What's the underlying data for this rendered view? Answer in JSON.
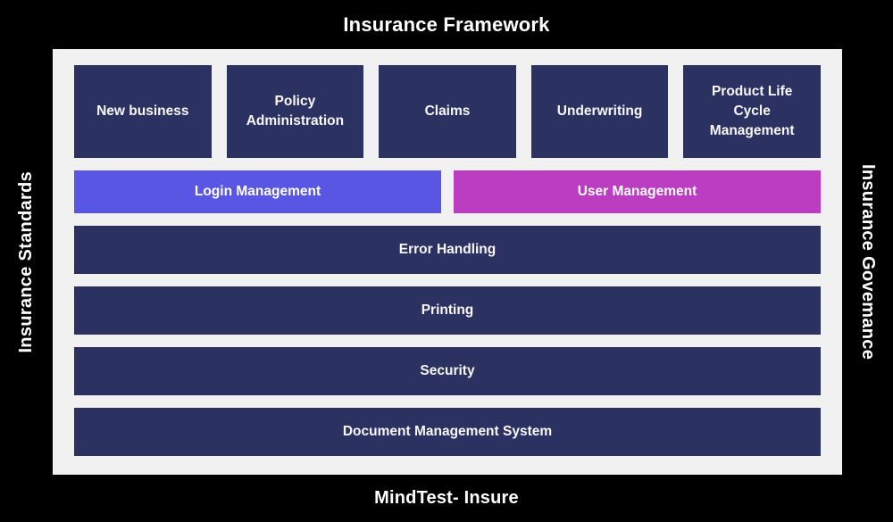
{
  "header": {
    "title": "Insurance Framework"
  },
  "footer": {
    "title": "MindTest- Insure"
  },
  "side_labels": {
    "left": "Insurance Standards",
    "right": "Insurance Govemance"
  },
  "colors": {
    "background": "#000000",
    "panel": "#f1f1f2",
    "module_navy": "#2b3161",
    "login_blue": "#5956e4",
    "user_magenta": "#ba3dc2",
    "text_light": "#ffffff"
  },
  "framework": {
    "core_modules": [
      {
        "label": "New business"
      },
      {
        "label": "Policy Administration"
      },
      {
        "label": "Claims"
      },
      {
        "label": "Underwriting"
      },
      {
        "label": "Product Life Cycle Management"
      }
    ],
    "management_modules": [
      {
        "label": "Login Management",
        "color": "#5956e4"
      },
      {
        "label": "User Management",
        "color": "#ba3dc2"
      }
    ],
    "platform_modules": [
      {
        "label": "Error Handling"
      },
      {
        "label": "Printing"
      },
      {
        "label": "Security"
      },
      {
        "label": "Document Management System"
      }
    ]
  }
}
